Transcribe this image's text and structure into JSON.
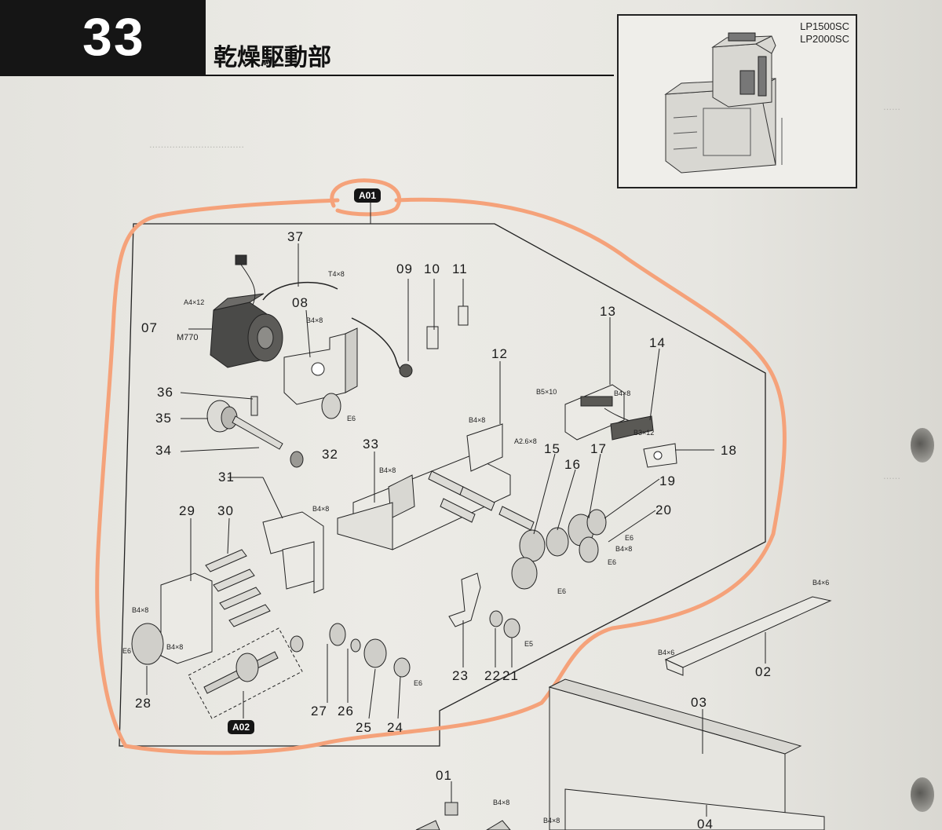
{
  "header": {
    "page_number": "33",
    "title": "乾燥駆動部"
  },
  "models": [
    "LP1500SC",
    "LP2000SC"
  ],
  "callouts": {
    "group_a01": "A01",
    "group_a02": "A02"
  },
  "parts": [
    {
      "id": "01",
      "label": "01"
    },
    {
      "id": "02",
      "label": "02"
    },
    {
      "id": "03",
      "label": "03"
    },
    {
      "id": "04",
      "label": "04"
    },
    {
      "id": "07",
      "label": "07"
    },
    {
      "id": "08",
      "label": "08"
    },
    {
      "id": "09",
      "label": "09"
    },
    {
      "id": "10",
      "label": "10"
    },
    {
      "id": "11",
      "label": "11"
    },
    {
      "id": "12",
      "label": "12"
    },
    {
      "id": "13",
      "label": "13"
    },
    {
      "id": "14",
      "label": "14"
    },
    {
      "id": "15",
      "label": "15"
    },
    {
      "id": "16",
      "label": "16"
    },
    {
      "id": "17",
      "label": "17"
    },
    {
      "id": "18",
      "label": "18"
    },
    {
      "id": "19",
      "label": "19"
    },
    {
      "id": "20",
      "label": "20"
    },
    {
      "id": "21",
      "label": "21"
    },
    {
      "id": "22",
      "label": "22"
    },
    {
      "id": "23",
      "label": "23"
    },
    {
      "id": "24",
      "label": "24"
    },
    {
      "id": "25",
      "label": "25"
    },
    {
      "id": "26",
      "label": "26"
    },
    {
      "id": "27",
      "label": "27"
    },
    {
      "id": "28",
      "label": "28"
    },
    {
      "id": "29",
      "label": "29"
    },
    {
      "id": "30",
      "label": "30"
    },
    {
      "id": "31",
      "label": "31"
    },
    {
      "id": "32",
      "label": "32"
    },
    {
      "id": "33",
      "label": "33"
    },
    {
      "id": "34",
      "label": "34"
    },
    {
      "id": "35",
      "label": "35"
    },
    {
      "id": "36",
      "label": "36"
    },
    {
      "id": "37",
      "label": "37"
    }
  ],
  "motor_code": "M770",
  "fasteners": {
    "a4x12": "A4×12",
    "t4x8": "T4×8",
    "b4x8": "B4×8",
    "b5x10": "B5×10",
    "b3x12": "B3×12",
    "a26x8": "A2.6×8",
    "b4x6": "B4×6",
    "e6": "E6",
    "e5": "E5"
  },
  "colors": {
    "header_black": "#151515",
    "highlight_orange": "#f5a27a",
    "paper": "#e9e8e3"
  }
}
